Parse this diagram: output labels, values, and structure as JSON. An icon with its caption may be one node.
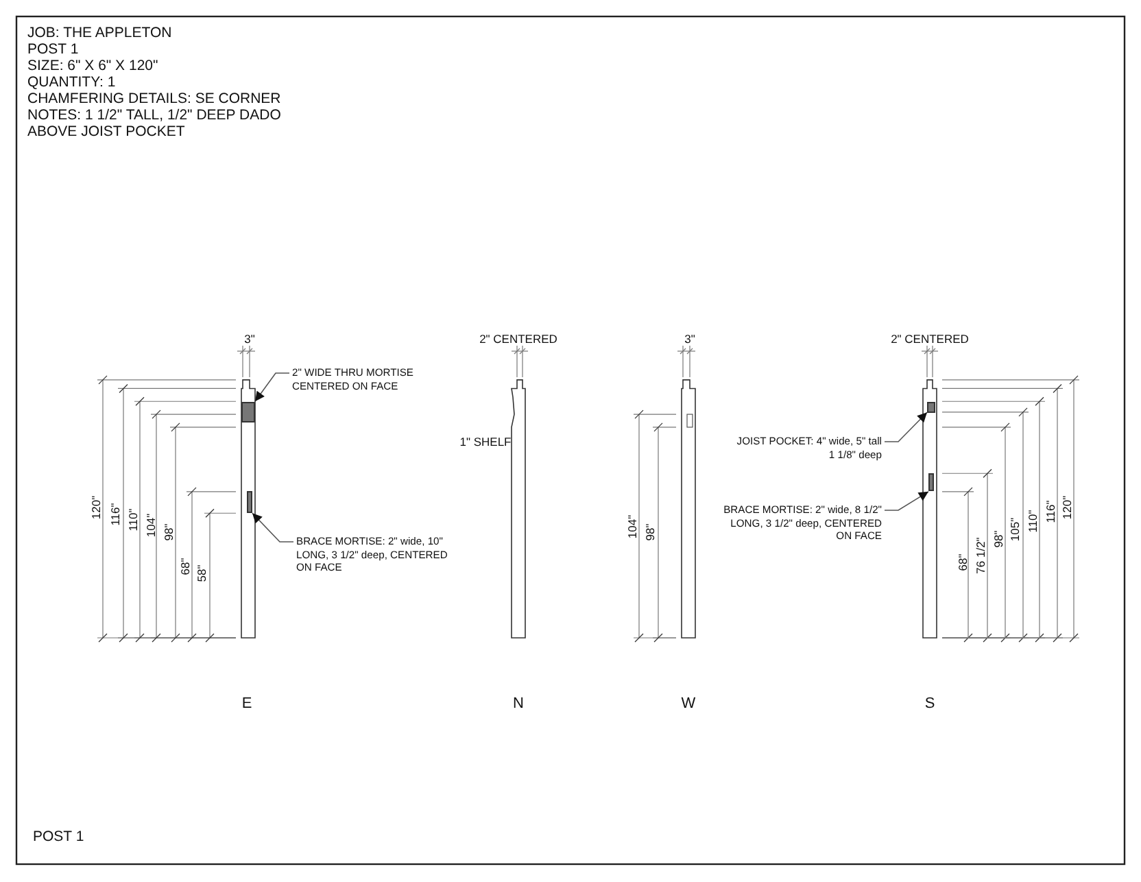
{
  "diagram": {
    "nodes": [
      {
        "text": [
          "2\" WIDE THRU MORTISE CENTERED ON FACE"
        ]
      },
      {
        "text": [],
        "shape": "box"
      },
      {
        "text": [
          "BRACE MORTISE: 2\" wide, 10\" LONG, 3 1/2\" deep, CENTERED ON FACE"
        ]
      },
      {
        "text": [],
        "shape": "box"
      },
      {
        "text": [
          "JOIST POCKET: 4\" wide, 5\" tall 1 1/8\" deep"
        ]
      },
      {
        "text": [],
        "shape": "box"
      },
      {
        "text": [
          "BRACE MORTISE: 2\" wide, 8 1/2\" LONG, 3 1/2\" deep, CENTERED ON FACE"
        ]
      },
      {
        "text": [],
        "shape": "box"
      }
    ],
    "edges": [
      {
        "from": 0,
        "to": 1,
        "arrow": "to"
      },
      {
        "from": 2,
        "to": 3,
        "arrow": "to"
      },
      {
        "from": 4,
        "to": 5,
        "arrow": "to"
      },
      {
        "from": 6,
        "to": 7,
        "arrow": "to"
      }
    ],
    "labels": [
      "JOB: THE APPLETON",
      "POST 1",
      "SIZE: 6\" X 6\" X 120\"",
      "QUANTITY: 1",
      "CHAMFERING DETAILS: SE CORNER",
      "NOTES: 1 1/2\" TALL, 1/2\" DEEP DADO",
      "ABOVE JOIST POCKET",
      "3\"",
      "120\"",
      "116\"",
      "110\"",
      "104\"",
      "98\"",
      "68\"",
      "58\"",
      "2\" CENTERED",
      "1\" SHELF",
      "3\"",
      "104\"",
      "98\"",
      "2\" CENTERED",
      "68\"",
      "76 1/2\"",
      "98\"",
      "105\"",
      "110\"",
      "116\"",
      "120\"",
      "E",
      "N",
      "W",
      "S",
      "POST 1"
    ]
  }
}
